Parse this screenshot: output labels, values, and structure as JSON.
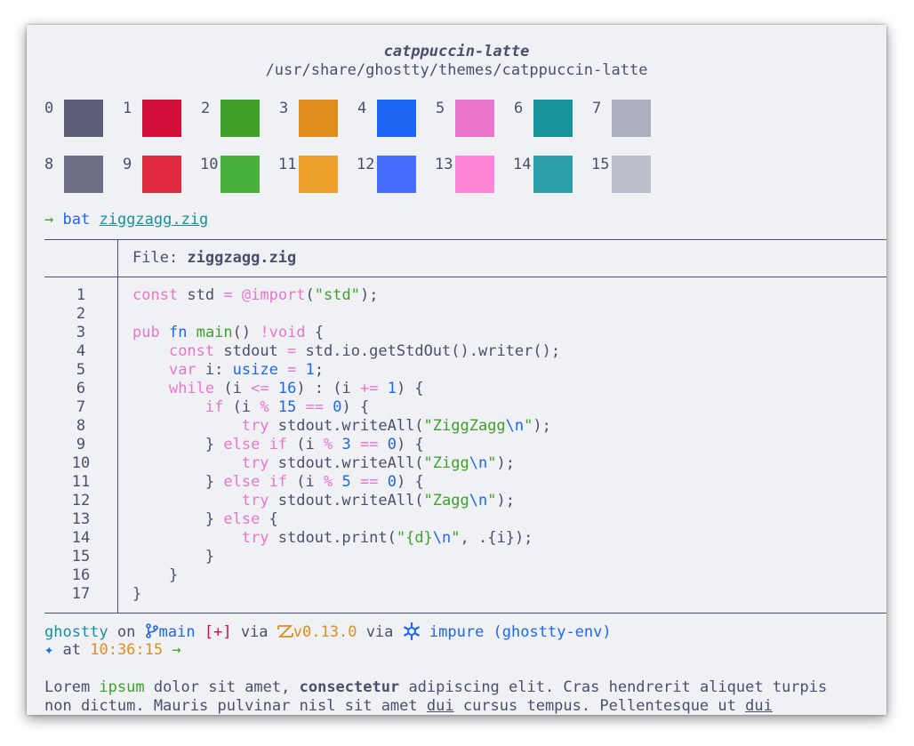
{
  "theme": {
    "name": "catppuccin-latte",
    "path": "/usr/share/ghostty/themes/catppuccin-latte"
  },
  "palette": [
    {
      "index": "0",
      "color": "#5c5f77"
    },
    {
      "index": "1",
      "color": "#d20f39"
    },
    {
      "index": "2",
      "color": "#40a02b"
    },
    {
      "index": "3",
      "color": "#df8e1d"
    },
    {
      "index": "4",
      "color": "#1e66f5"
    },
    {
      "index": "5",
      "color": "#ea76cb"
    },
    {
      "index": "6",
      "color": "#179299"
    },
    {
      "index": "7",
      "color": "#acb0be"
    },
    {
      "index": "8",
      "color": "#6c6f85"
    },
    {
      "index": "9",
      "color": "#de293e"
    },
    {
      "index": "10",
      "color": "#49af3d"
    },
    {
      "index": "11",
      "color": "#eea02d"
    },
    {
      "index": "12",
      "color": "#456eff"
    },
    {
      "index": "13",
      "color": "#fe85d8"
    },
    {
      "index": "14",
      "color": "#2d9fa8"
    },
    {
      "index": "15",
      "color": "#bcc0cc"
    }
  ],
  "command": {
    "arrow": "→",
    "program": "bat",
    "file": "ziggzagg.zig"
  },
  "bat": {
    "file_prefix": "File: ",
    "file_name": "ziggzagg.zig",
    "line_numbers": [
      "1",
      "2",
      "3",
      "4",
      "5",
      "6",
      "7",
      "8",
      "9",
      "10",
      "11",
      "12",
      "13",
      "14",
      "15",
      "16",
      "17"
    ]
  },
  "status": {
    "dir": "ghostty",
    "on": "on",
    "branch_icon": "branch-icon",
    "branch": "main",
    "changes": "[+]",
    "via1": "via",
    "zig_icon": "zig-icon",
    "zig_version": "v0.13.0",
    "via2": "via",
    "nix_icon": "nix-snowflake-icon",
    "nix_shell": "impure (ghostty-env)",
    "star": "✦",
    "at": "at",
    "time": "10:36:15",
    "arrow": "→"
  },
  "lorem": {
    "l1_a": "Lorem ",
    "l1_b": "ipsum",
    "l1_c": " dolor sit amet, ",
    "l1_d": "consectetur",
    "l1_e": " adipiscing elit. Cras hendrerit aliquet turpis",
    "l2_a": "non dictum. Mauris pulvinar nisl sit amet ",
    "l2_b": "dui",
    "l2_c": " cursus tempus. Pellentesque ut ",
    "l2_d": "dui"
  }
}
